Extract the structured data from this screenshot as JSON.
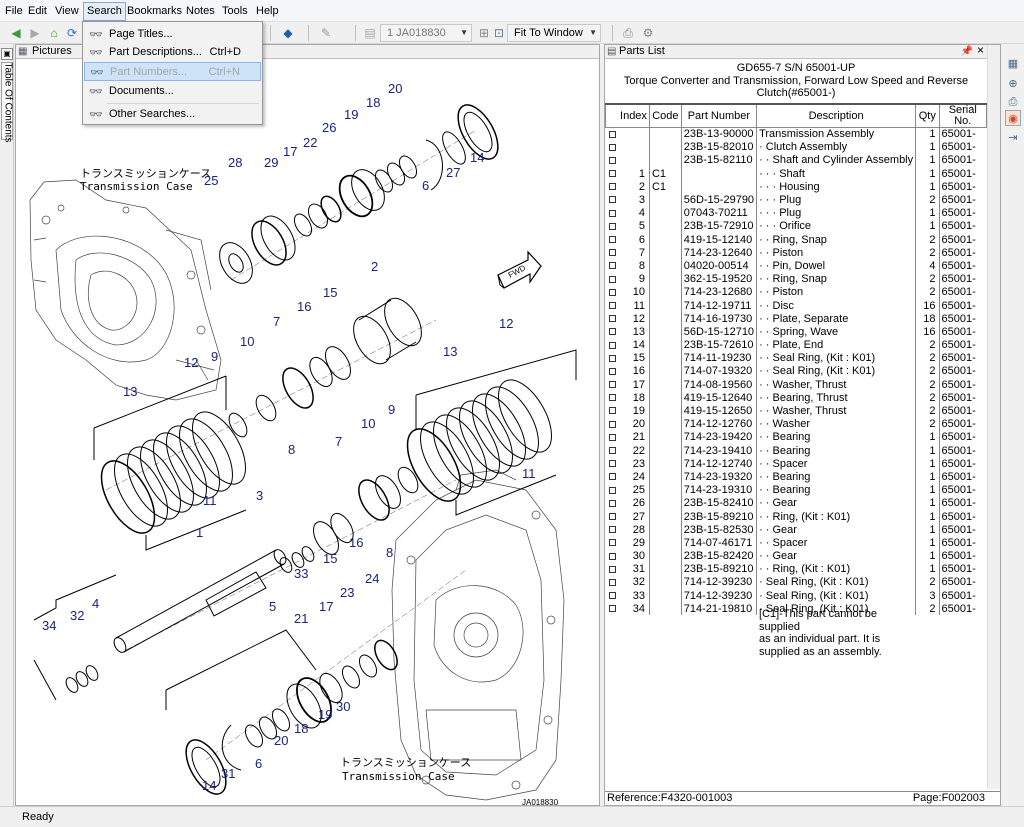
{
  "menu": {
    "file": "File",
    "edit": "Edit",
    "view": "View",
    "search": "Search",
    "bookmarks": "Bookmarks",
    "notes": "Notes",
    "tools": "Tools",
    "help": "Help"
  },
  "toolbar": {
    "doc_combo": "1 JA018830",
    "zoom_combo": "Fit To Window"
  },
  "search_menu": {
    "page_titles": "Page Titles...",
    "page_titles_shortcut": "",
    "part_descriptions": "Part Descriptions...",
    "part_descriptions_shortcut": "Ctrl+D",
    "part_numbers": "Part Numbers...",
    "part_numbers_shortcut": "Ctrl+N",
    "documents": "Documents...",
    "other_searches": "Other Searches..."
  },
  "left_tab": "Table Of Contents",
  "pictures_panel": {
    "title": "Pictures"
  },
  "drawing": {
    "label_jp_top": "トランスミッションケース",
    "label_en_top": "Transmission Case",
    "label_jp_bottom": "トランスミッションケース",
    "label_en_bottom": "Transmission Case",
    "fwd": "FWD",
    "figure_id": "JA018830",
    "callouts": [
      "20",
      "18",
      "19",
      "26",
      "22",
      "17",
      "29",
      "28",
      "25",
      "14",
      "27",
      "6",
      "2",
      "15",
      "16",
      "7",
      "10",
      "9",
      "12",
      "13",
      "8",
      "11",
      "12",
      "13",
      "9",
      "10",
      "7",
      "8",
      "11",
      "3",
      "1",
      "33",
      "16",
      "15",
      "5",
      "4",
      "32",
      "34",
      "24",
      "23",
      "17",
      "21",
      "30",
      "19",
      "18",
      "20",
      "6",
      "31",
      "14"
    ]
  },
  "parts_panel": {
    "title": "Parts List",
    "model": "GD655-7 S/N 65001-UP",
    "subtitle_line1": "Torque Converter and Transmission, Forward Low Speed and Reverse",
    "subtitle_line2": "Clutch(#65001-)",
    "columns": [
      "Index",
      "Code",
      "Part Number",
      "Description",
      "Qty",
      "Serial No."
    ],
    "rows": [
      [
        "",
        "",
        "23B-13-90000",
        "Transmission Assembly",
        "1",
        "65001-"
      ],
      [
        "",
        "",
        "23B-15-82010",
        "· Clutch Assembly",
        "1",
        "65001-"
      ],
      [
        "",
        "",
        "23B-15-82110",
        "· · Shaft and Cylinder Assembly",
        "1",
        "65001-"
      ],
      [
        "1",
        "C1",
        "",
        "· · · Shaft",
        "1",
        "65001-"
      ],
      [
        "2",
        "C1",
        "",
        "· · · Housing",
        "1",
        "65001-"
      ],
      [
        "3",
        "",
        "56D-15-29790",
        "· · · Plug",
        "2",
        "65001-"
      ],
      [
        "4",
        "",
        "07043-70211",
        "· · · Plug",
        "1",
        "65001-"
      ],
      [
        "5",
        "",
        "23B-15-72910",
        "· · · Orifice",
        "1",
        "65001-"
      ],
      [
        "6",
        "",
        "419-15-12140",
        "· · Ring, Snap",
        "2",
        "65001-"
      ],
      [
        "7",
        "",
        "714-23-12640",
        "· · Piston",
        "2",
        "65001-"
      ],
      [
        "8",
        "",
        "04020-00514",
        "· · Pin, Dowel",
        "4",
        "65001-"
      ],
      [
        "9",
        "",
        "362-15-19520",
        "· · Ring, Snap",
        "2",
        "65001-"
      ],
      [
        "10",
        "",
        "714-23-12680",
        "· · Piston",
        "2",
        "65001-"
      ],
      [
        "11",
        "",
        "714-12-19711",
        "· · Disc",
        "16",
        "65001-"
      ],
      [
        "12",
        "",
        "714-16-19730",
        "· · Plate, Separate",
        "18",
        "65001-"
      ],
      [
        "13",
        "",
        "56D-15-12710",
        "· · Spring, Wave",
        "16",
        "65001-"
      ],
      [
        "14",
        "",
        "23B-15-72610",
        "· · Plate, End",
        "2",
        "65001-"
      ],
      [
        "15",
        "",
        "714-11-19230",
        "· · Seal Ring, (Kit : K01)",
        "2",
        "65001-"
      ],
      [
        "16",
        "",
        "714-07-19320",
        "· · Seal Ring, (Kit : K01)",
        "2",
        "65001-"
      ],
      [
        "17",
        "",
        "714-08-19560",
        "· · Washer, Thrust",
        "2",
        "65001-"
      ],
      [
        "18",
        "",
        "419-15-12640",
        "· · Bearing, Thrust",
        "2",
        "65001-"
      ],
      [
        "19",
        "",
        "419-15-12650",
        "· · Washer, Thrust",
        "2",
        "65001-"
      ],
      [
        "20",
        "",
        "714-12-12760",
        "· · Washer",
        "2",
        "65001-"
      ],
      [
        "21",
        "",
        "714-23-19420",
        "· · Bearing",
        "1",
        "65001-"
      ],
      [
        "22",
        "",
        "714-23-19410",
        "· · Bearing",
        "1",
        "65001-"
      ],
      [
        "23",
        "",
        "714-12-12740",
        "· · Spacer",
        "1",
        "65001-"
      ],
      [
        "24",
        "",
        "714-23-19320",
        "· · Bearing",
        "1",
        "65001-"
      ],
      [
        "25",
        "",
        "714-23-19310",
        "· · Bearing",
        "1",
        "65001-"
      ],
      [
        "26",
        "",
        "23B-15-82410",
        "· · Gear",
        "1",
        "65001-"
      ],
      [
        "27",
        "",
        "23B-15-89210",
        "· · Ring, (Kit : K01)",
        "1",
        "65001-"
      ],
      [
        "28",
        "",
        "23B-15-82530",
        "· · Gear",
        "1",
        "65001-"
      ],
      [
        "29",
        "",
        "714-07-46171",
        "· · Spacer",
        "1",
        "65001-"
      ],
      [
        "30",
        "",
        "23B-15-82420",
        "· · Gear",
        "1",
        "65001-"
      ],
      [
        "31",
        "",
        "23B-15-89210",
        "· · Ring, (Kit : K01)",
        "1",
        "65001-"
      ],
      [
        "32",
        "",
        "714-12-39230",
        "· Seal Ring, (Kit : K01)",
        "2",
        "65001-"
      ],
      [
        "33",
        "",
        "714-12-39230",
        "· Seal Ring, (Kit : K01)",
        "3",
        "65001-"
      ],
      [
        "34",
        "",
        "714-21-19810",
        "· Seal Ring, (Kit : K01)",
        "2",
        "65001-"
      ]
    ],
    "note_line1": "[C1]-This part cannot be supplied",
    "note_line2": "as an individual part. It is",
    "note_line3": "supplied as an assembly.",
    "reference": "Reference:F4320-001003",
    "page": "Page:F002003"
  },
  "status": "Ready"
}
